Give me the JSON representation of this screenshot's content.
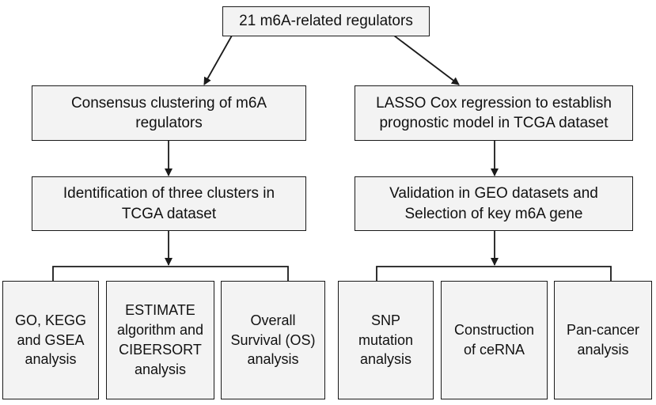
{
  "root": {
    "label": "21 m6A-related regulators"
  },
  "left": {
    "step1": "Consensus clustering of m6A\nregulators",
    "step2": "Identification of three clusters in\nTCGA dataset",
    "leaves": [
      "GO, KEGG\nand GSEA\nanalysis",
      "ESTIMATE\nalgorithm and\nCIBERSORT\nanalysis",
      "Overall\nSurvival (OS)\nanalysis"
    ]
  },
  "right": {
    "step1": "LASSO Cox regression to establish\nprognostic model in TCGA dataset",
    "step2": "Validation in GEO datasets and\nSelection of key m6A gene",
    "leaves": [
      "SNP\nmutation\nanalysis",
      "Construction\nof ceRNA",
      "Pan-cancer\nanalysis"
    ]
  }
}
